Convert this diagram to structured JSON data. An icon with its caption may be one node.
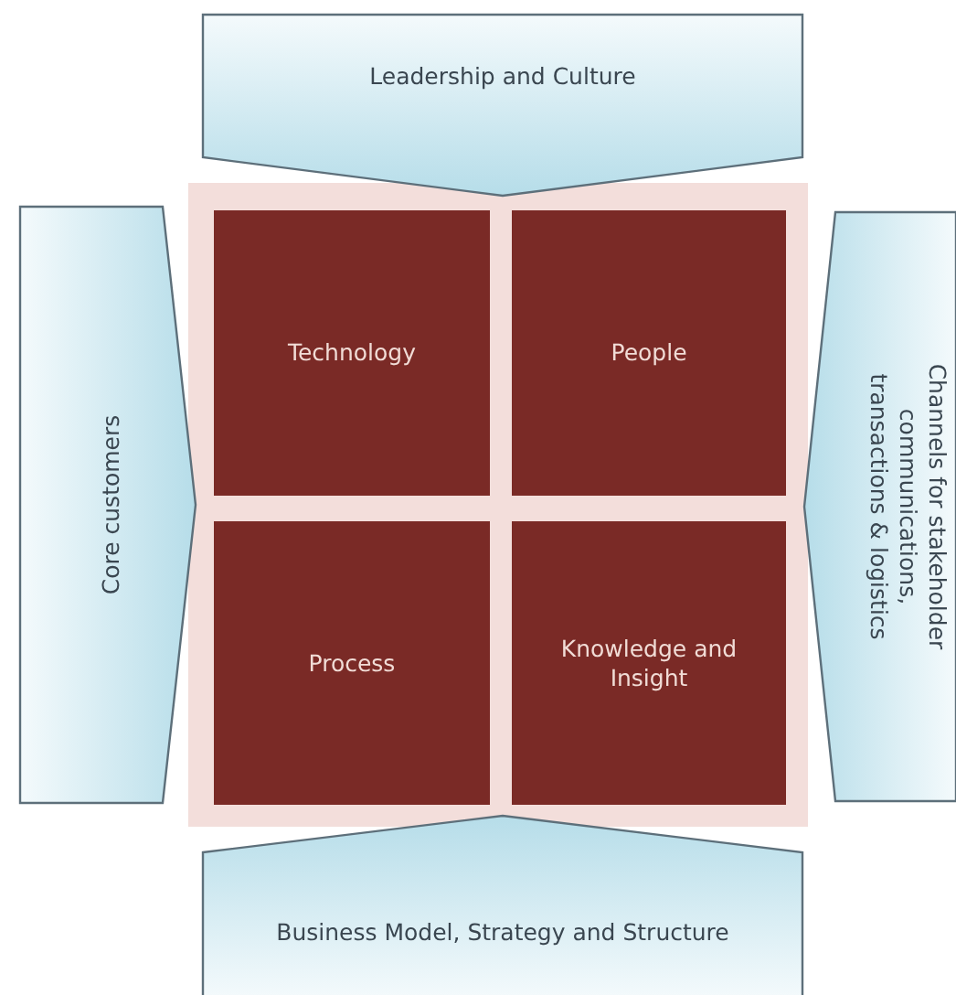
{
  "diagram": {
    "nodes": [
      {
        "text": [
          "Leadership and Culture"
        ]
      },
      {
        "text": [
          "Core customers"
        ]
      },
      {
        "text": [
          "Channels for stakeholder communications, transactions & logistics"
        ]
      },
      {
        "text": [
          "Technology"
        ]
      },
      {
        "text": [
          "People"
        ]
      },
      {
        "text": [
          "Process"
        ]
      },
      {
        "text": [
          "Knowledge and Insight"
        ]
      },
      {
        "text": [
          "Business Model, Strategy and Structure"
        ]
      }
    ]
  }
}
